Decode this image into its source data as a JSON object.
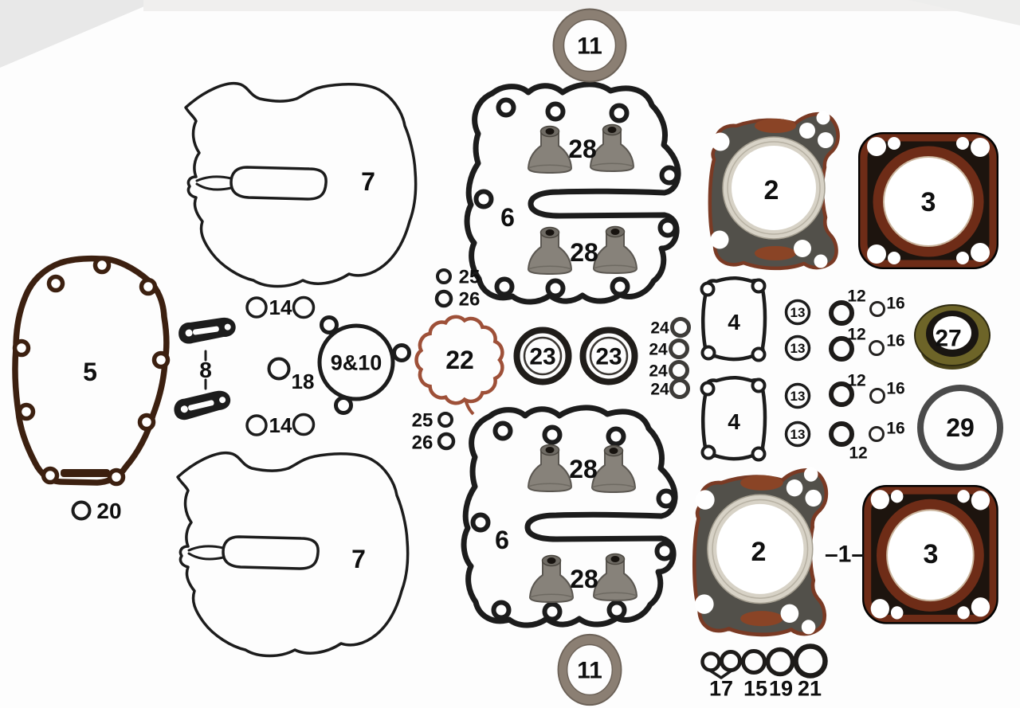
{
  "colors": {
    "background": "#fdfdfd",
    "outline": "#1c1c1c",
    "brown": "#3c2010",
    "head_body": "#52504a",
    "head_border": "#7a3a24",
    "head_patch": "#8a4426",
    "fire_ring": "#d7d2c6",
    "base_red": "#6e2c17",
    "base_dark": "#1d140e",
    "seal_gray": "#87827a",
    "seal_dark": "#5b5751",
    "metal_ring": "#8b7f73",
    "ring22": "#9e5038",
    "big_oring": "#4a4a4a",
    "label": "#0f0f0f"
  },
  "parts": {
    "p1": "–1–",
    "p2": "2",
    "p3": "3",
    "p4": "4",
    "p5": "5",
    "p6": "6",
    "p7": "7",
    "p8": "8",
    "p9_10": "9&10",
    "p11": "11",
    "p12": "12",
    "p13": "13",
    "p14": "14",
    "p15": "15",
    "p16": "16",
    "p17": "17",
    "p18": "18",
    "p19": "19",
    "p20": "20",
    "p21": "21",
    "p22": "22",
    "p23": "23",
    "p24": "24",
    "p25": "25",
    "p26": "26",
    "p27": "27",
    "p28": "28",
    "p29": "29"
  }
}
